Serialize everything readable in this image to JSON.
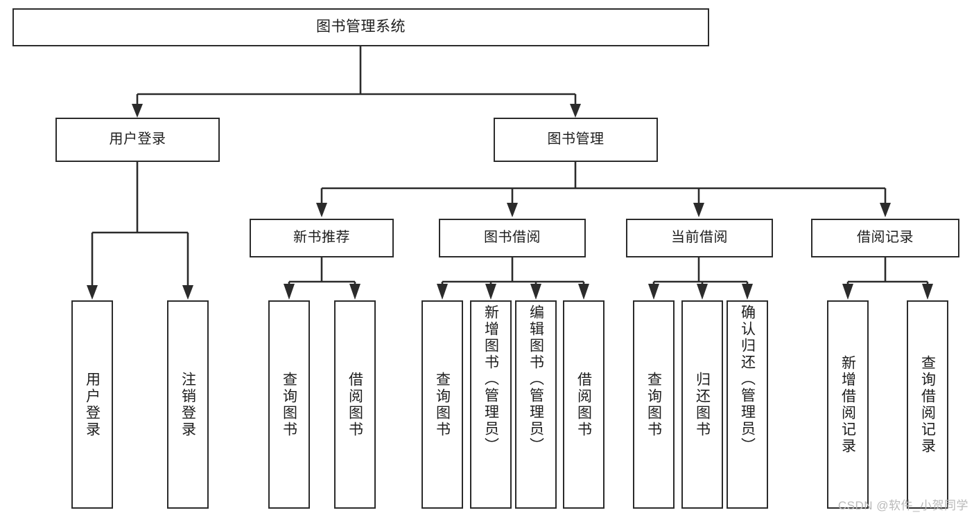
{
  "diagram": {
    "title": "图书管理系统",
    "type": "functional-structure-tree",
    "colors": {
      "box_border": "#2b2b2b",
      "box_fill": "#ffffff",
      "text": "#1d1d1d",
      "connector": "#2b2b2b",
      "watermark": "#b9b9b9"
    }
  },
  "nodes": {
    "root": {
      "label": "图书管理系统"
    },
    "level2": [
      {
        "id": "user-login",
        "label": "用户登录"
      },
      {
        "id": "book-manage",
        "label": "图书管理"
      }
    ],
    "level3": [
      {
        "id": "new-book-recommend",
        "label": "新书推荐"
      },
      {
        "id": "book-borrow",
        "label": "图书借阅"
      },
      {
        "id": "current-borrow",
        "label": "当前借阅"
      },
      {
        "id": "borrow-record",
        "label": "借阅记录"
      }
    ],
    "leaves": {
      "user_login": [
        {
          "id": "leaf-user-login",
          "label": "用户登录"
        },
        {
          "id": "leaf-logout-login",
          "label": "注销登录"
        }
      ],
      "new_book_recommend": [
        {
          "id": "leaf-query-book-1",
          "label": "查询图书"
        },
        {
          "id": "leaf-borrow-book-1",
          "label": "借阅图书"
        }
      ],
      "book_borrow": [
        {
          "id": "leaf-query-book-2",
          "label": "查询图书"
        },
        {
          "id": "leaf-add-book",
          "label": "新增图书（管理员）"
        },
        {
          "id": "leaf-edit-book",
          "label": "编辑图书（管理员）"
        },
        {
          "id": "leaf-borrow-book-2",
          "label": "借阅图书"
        }
      ],
      "current_borrow": [
        {
          "id": "leaf-query-book-3",
          "label": "查询图书"
        },
        {
          "id": "leaf-return-book",
          "label": "归还图书"
        },
        {
          "id": "leaf-confirm-return",
          "label": "确认归还（管理员）"
        }
      ],
      "borrow_record": [
        {
          "id": "leaf-add-record",
          "label": "新增借阅记录"
        },
        {
          "id": "leaf-query-record",
          "label": "查询借阅记录"
        }
      ]
    }
  },
  "watermark": {
    "text": "CSDN @软件_小贺同学"
  }
}
